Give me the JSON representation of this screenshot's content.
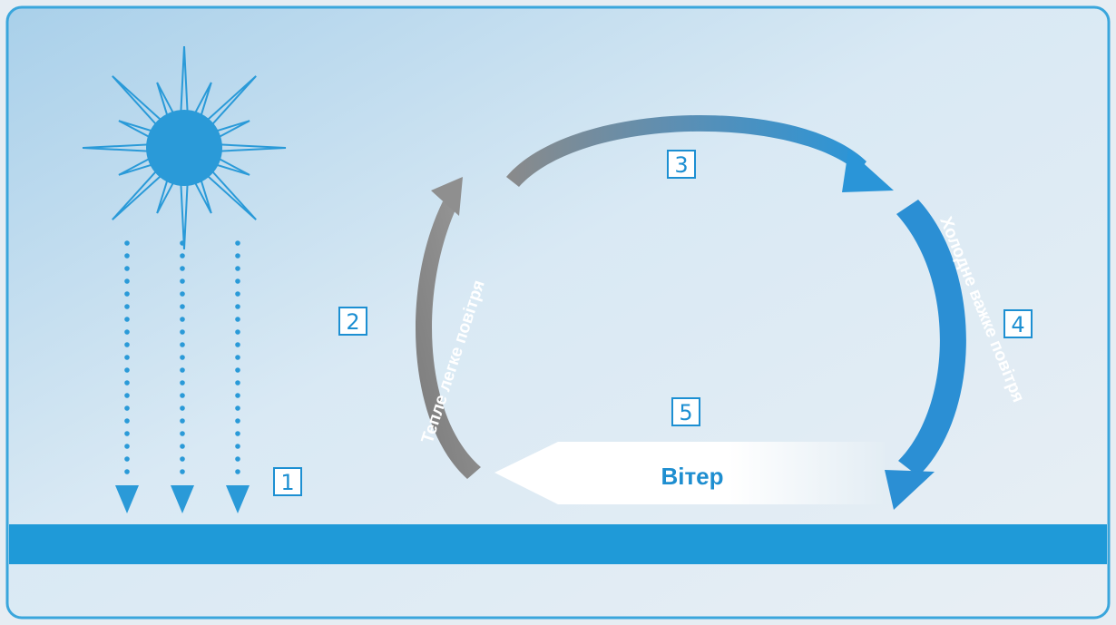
{
  "diagram": {
    "step_labels": [
      "1",
      "2",
      "3",
      "4",
      "5"
    ],
    "warm_air_label": "Тепле легке повітря",
    "cold_air_label": "Холодне важке повітря",
    "wind_label": "Вітер",
    "icons": [
      "sun-icon",
      "sun-ray-arrow-icon",
      "curved-arrow-icon",
      "wind-arrow-icon"
    ],
    "colors": {
      "frame": "#3aa6dc",
      "background_top": "#b8d8ec",
      "ground_stripe": "#1f9ad8",
      "sun": "#2a9ad8",
      "warm_arrow": "#8c8c8c",
      "cold_arrow": "#2b8fd4",
      "label_box": "#1c8fd2"
    }
  }
}
